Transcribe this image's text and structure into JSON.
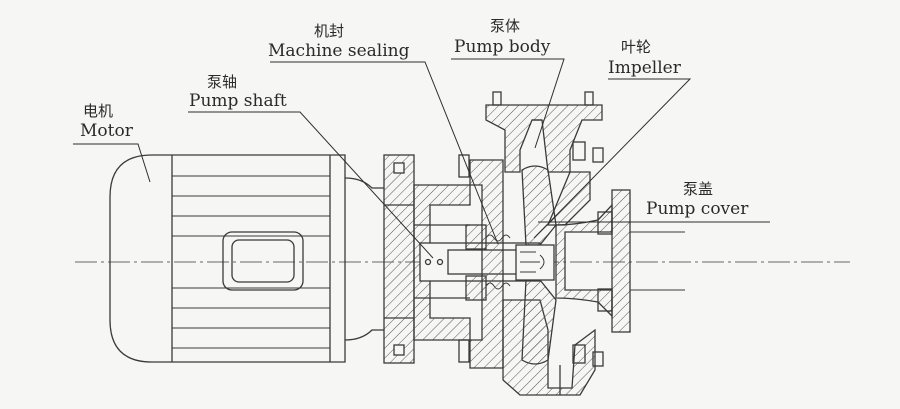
{
  "labels": {
    "motor": {
      "zh": "电机",
      "en": "Motor"
    },
    "pump_shaft": {
      "zh": "泵轴",
      "en": "Pump shaft"
    },
    "machine_sealing": {
      "zh": "机封",
      "en": "Machine sealing"
    },
    "pump_body": {
      "zh": "泵体",
      "en": "Pump body"
    },
    "impeller": {
      "zh": "叶轮",
      "en": "Impeller"
    },
    "pump_cover": {
      "zh": "泵盖",
      "en": "Pump cover"
    }
  },
  "colors": {
    "ink": "#3a3a3a",
    "paper": "#f6f6f4"
  }
}
